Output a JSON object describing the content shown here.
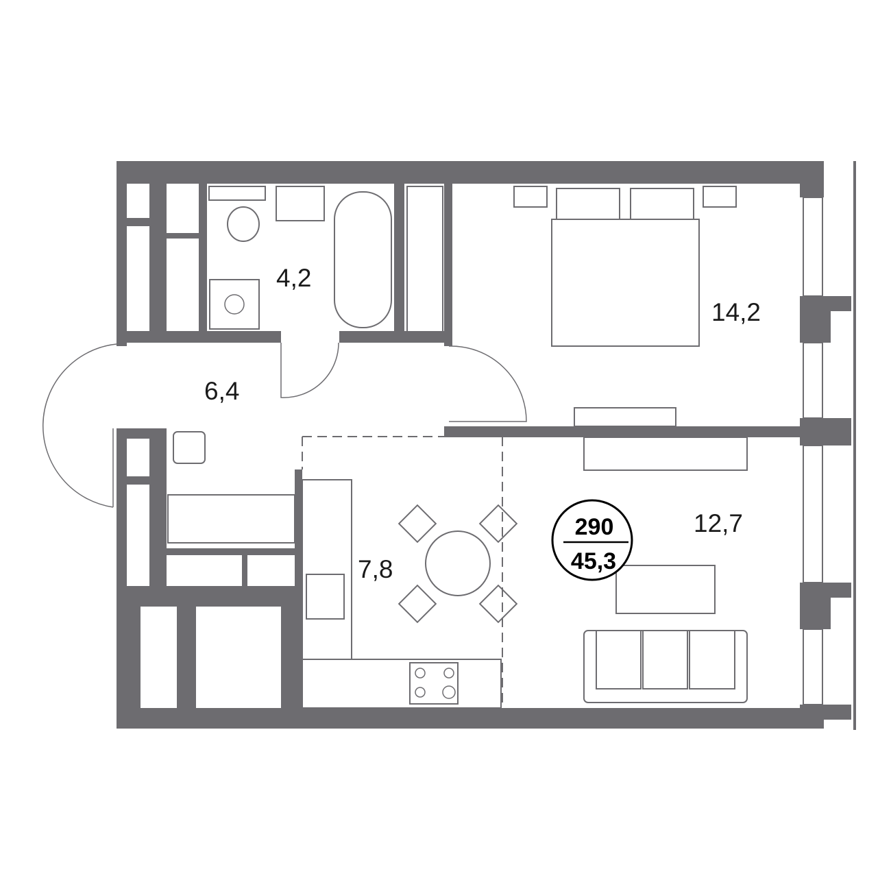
{
  "plan": {
    "rooms": [
      {
        "id": "bathroom",
        "area": "4,2"
      },
      {
        "id": "bedroom",
        "area": "14,2"
      },
      {
        "id": "hallway",
        "area": "6,4"
      },
      {
        "id": "kitchen",
        "area": "7,8"
      },
      {
        "id": "living-room",
        "area": "12,7"
      }
    ],
    "badge": {
      "number": "290",
      "total_area": "45,3"
    },
    "colors": {
      "wall": "#6d6c70",
      "text": "#1a1a1a"
    }
  }
}
